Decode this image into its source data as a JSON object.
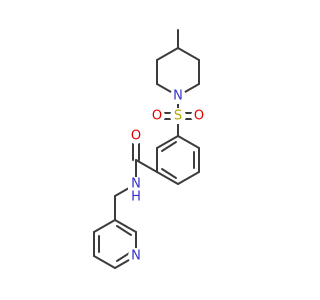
{
  "molecule": {
    "atom_labels": {
      "ring_n": "N",
      "sulfur": "S",
      "sulfonyl_o_left": "O",
      "sulfonyl_o_right": "O",
      "carbonyl_o": "O",
      "amide_n": "N",
      "amide_h": "H",
      "pyridine_n": "N"
    },
    "colors": {
      "bond": "#3c3c3c",
      "nitrogen": "#3333cc",
      "oxygen": "#e00000",
      "sulfur": "#b3a600"
    }
  }
}
